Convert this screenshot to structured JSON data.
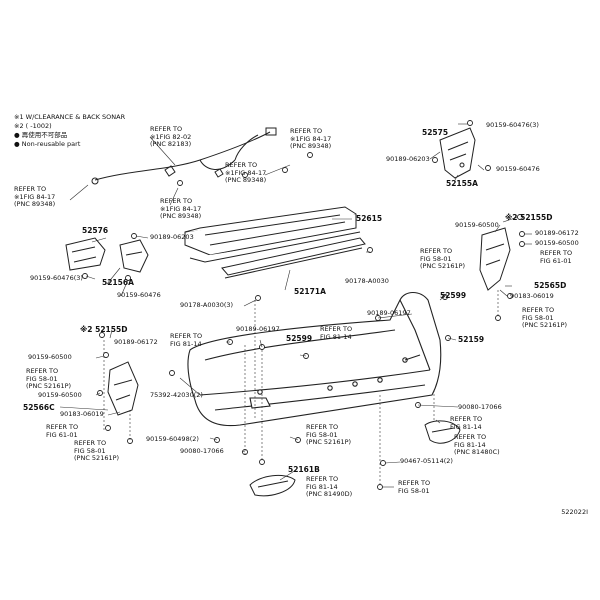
{
  "notes": [
    "※1 W/CLEARANCE & BACK SONAR",
    "※2 ( -1002)",
    "● 再使用不可部品",
    "● Non-reusable part"
  ],
  "diagram_id": "522022I",
  "labels": {
    "ref_82183": "REFER TO\n※1FIG 82-02\n(PNC 82183)",
    "ref_89348_a": "REFER TO\n※1FIG 84-17\n(PNC 89348)",
    "ref_89348_b": "REFER TO\n※1FIG 84-17\n(PNC 89348)",
    "ref_89348_c": "REFER TO\n※1FIG 84-17\n(PNC 89348)",
    "ref_89348_d": "REFER TO\n※1FIG 84-17\n(PNC 89348)",
    "p52575": "52575",
    "p90159_60476_3_top": "90159-60476(3)",
    "p90189_06203_top": "90189-06203",
    "p90159_60476_top": "90159-60476",
    "p52155A": "52155A",
    "p52615": "52615",
    "p52576": "52576",
    "p90189_06203": "90189-06203",
    "p52156A": "52156A",
    "p90159_60476_3_left": "90159-60476(3)",
    "p90159_60476_left": "90159-60476",
    "p52171A": "52171A",
    "p90178_A0030_3": "90178-A0030(3)",
    "p90178_A0030": "90178-A0030",
    "p52155D_right": "※2 52155D",
    "p90159_60500_right": "90159-60500",
    "p90189_06172_right": "90189-06172",
    "p90159_60500_right2": "90159-60500",
    "ref_58_01_right": "REFER TO\nFIG 58-01\n(PNC 52161P)",
    "ref_61_01_right": "REFER TO\nFIG 61-01",
    "p52565D": "52565D",
    "p90183_06019_right": "90183-06019",
    "ref_58_01_right2": "REFER TO\nFIG 58-01\n(PNC 52161P)",
    "p52599_right": "52599",
    "p90189_06197_right": "90189-06197",
    "p52159": "52159",
    "p52155D_left": "※2 52155D",
    "p90159_60500_left": "90159-60500",
    "p90189_06172_left": "90189-06172",
    "ref_58_01_left": "REFER TO\nFIG 58-01\n(PNC 52161P)",
    "p52566C": "52566C",
    "p90159_60500_left2": "90159-60500",
    "p90183_06019_left": "90183-06019",
    "ref_61_01_left": "REFER TO\nFIG 61-01",
    "ref_58_01_left2": "REFER TO\nFIG 58-01\n(PNC 52161P)",
    "ref_81_14_a": "REFER TO\nFIG 81-14",
    "p90189_06197_mid": "90189-06197",
    "ref_81_14_b": "REFER TO\nFIG 81-14",
    "p52599_mid": "52599",
    "p75392_42030_2": "75392-42030(2)",
    "p90159_60498_2": "90159-60498(2)",
    "p90080_17066_mid": "90080-17066",
    "ref_58_01_mid": "REFER TO\nFIG 58-01\n(PNC 52161P)",
    "p52161B": "52161B",
    "ref_81_14_814900": "REFER TO\nFIG 81-14\n(PNC 81490D)",
    "p90080_17066_right": "90080-17066",
    "ref_81_14_c": "REFER TO\nFIG 81-14",
    "ref_81_14_81480C": "REFER TO\nFIG 81-14\n(PNC 81480C)",
    "p90467_05114_2": "90467-05114(2)",
    "ref_58_01_bottom": "REFER TO\nFIG 58-01"
  }
}
